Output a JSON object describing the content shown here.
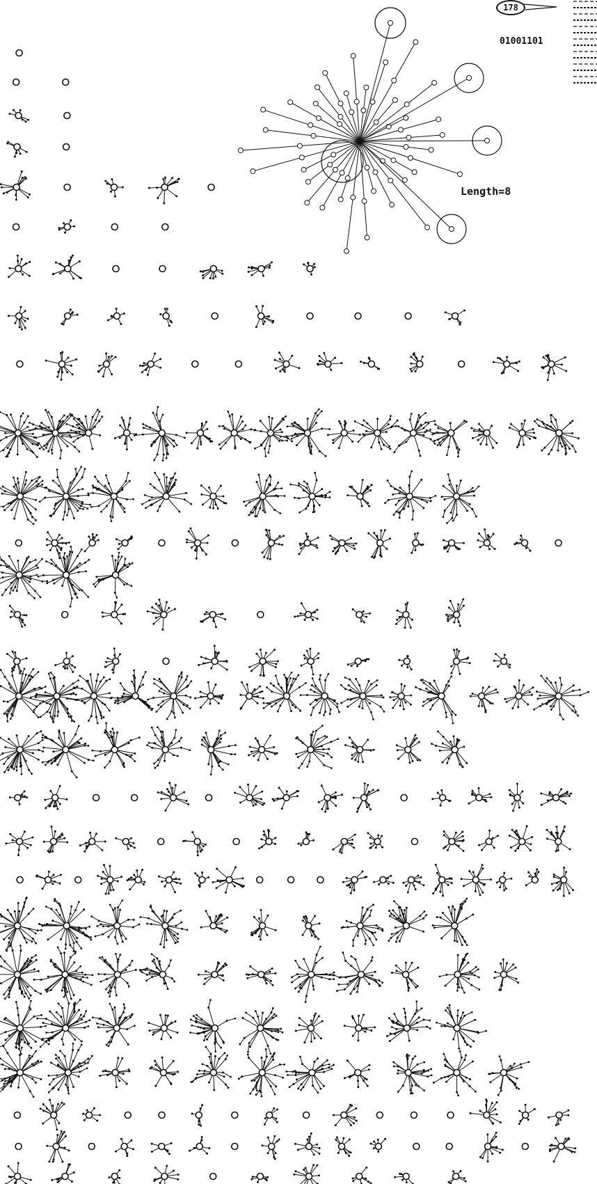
{
  "page_number": "178",
  "binary_code": "01001101",
  "length_label": "Length=8",
  "ink_color": "#111111",
  "paper_color": "#ffffff",
  "figure": {
    "type": "tree diagram catalog",
    "main_tree": {
      "branch_count": 32,
      "marked_circles": 5
    },
    "rows": [
      {
        "tree_count": 1
      },
      {
        "tree_count": 2
      },
      {
        "tree_count": 2
      },
      {
        "tree_count": 2
      },
      {
        "tree_count": 5
      },
      {
        "tree_count": 4
      },
      {
        "tree_count": 7
      },
      {
        "tree_count": 10
      },
      {
        "tree_count": 13
      },
      {
        "tree_count": 16
      },
      {
        "tree_count": 10
      },
      {
        "tree_count": 16
      },
      {
        "tree_count": 3
      },
      {
        "tree_count": 10
      },
      {
        "tree_count": 11
      },
      {
        "tree_count": 15
      },
      {
        "tree_count": 10
      },
      {
        "tree_count": 15
      },
      {
        "tree_count": 16
      },
      {
        "tree_count": 19
      },
      {
        "tree_count": 10
      },
      {
        "tree_count": 11
      },
      {
        "tree_count": 10
      },
      {
        "tree_count": 11
      },
      {
        "tree_count": 16
      },
      {
        "tree_count": 16
      },
      {
        "tree_count": 10
      }
    ]
  }
}
